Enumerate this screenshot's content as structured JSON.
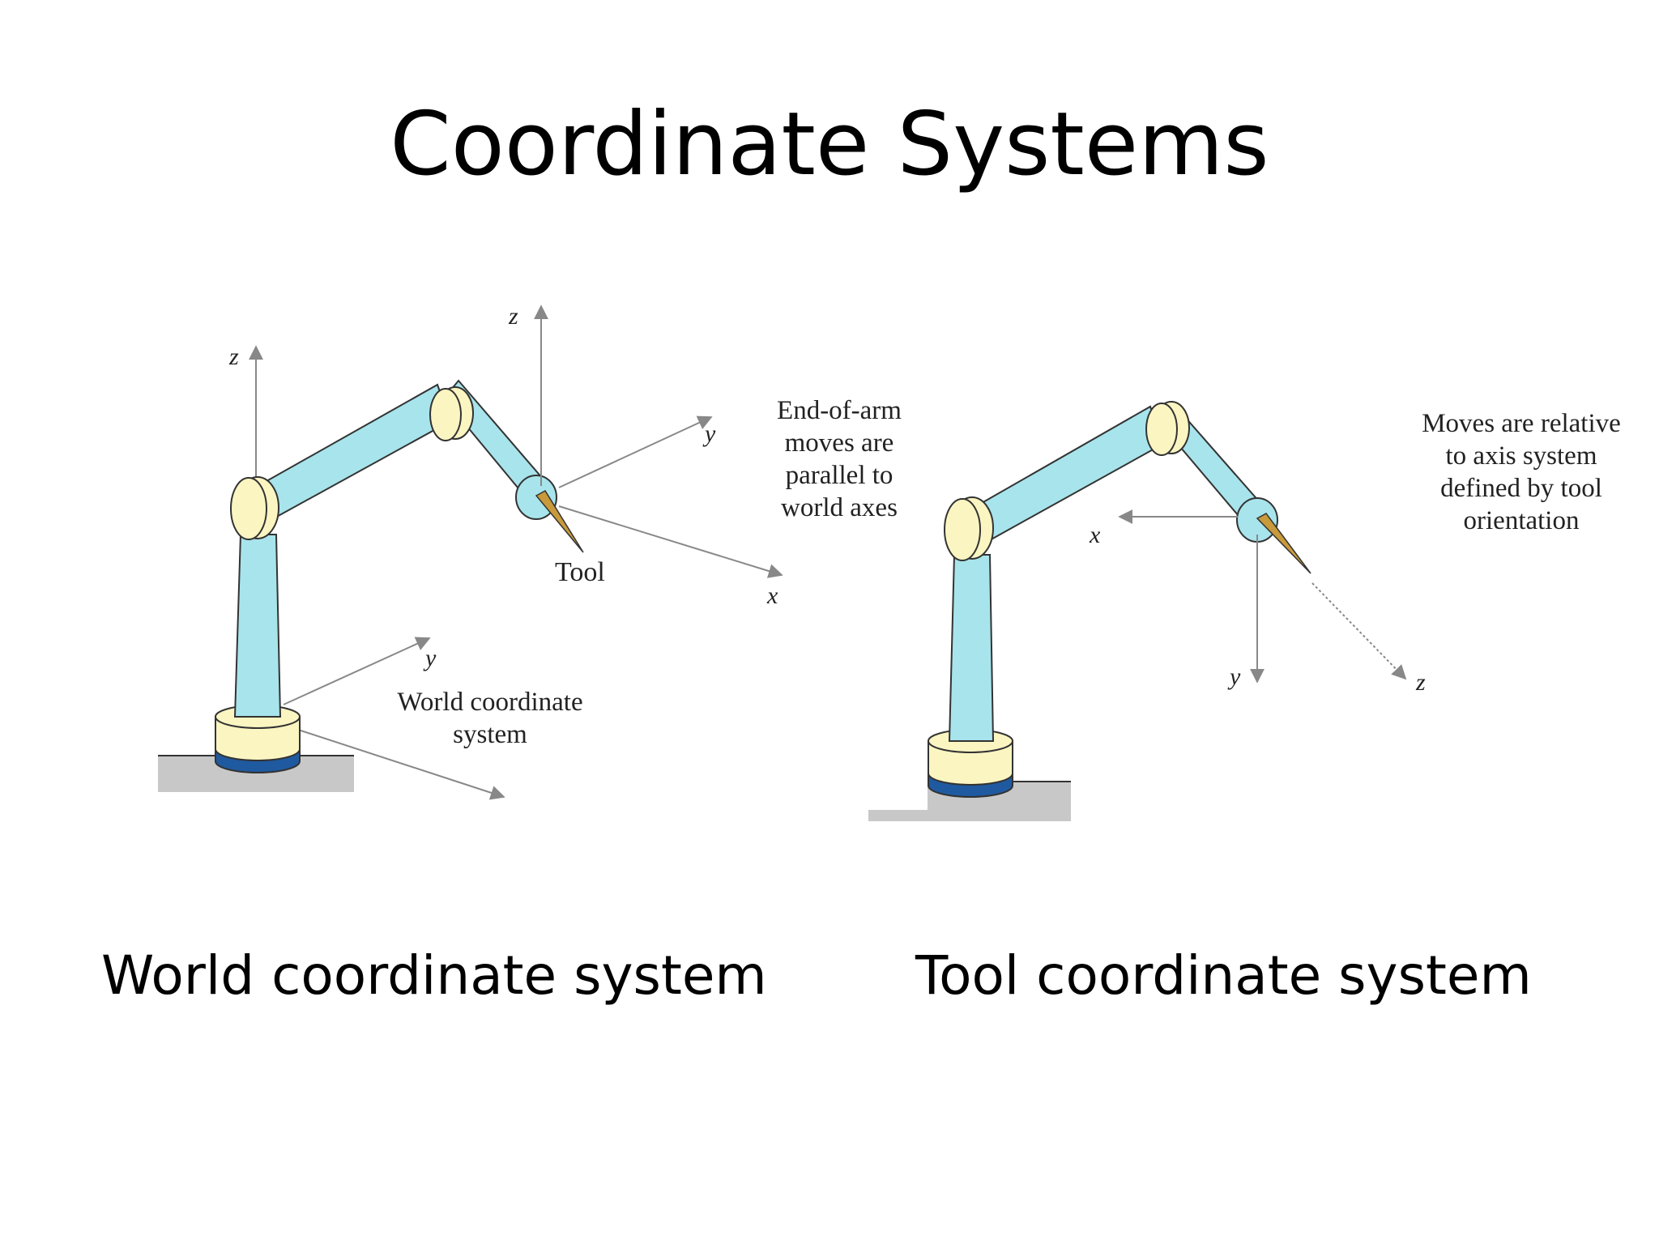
{
  "slide": {
    "title": "Coordinate Systems",
    "caption_world": "World coordinate system",
    "caption_tool": "Tool coordinate system"
  },
  "world_figure": {
    "axis_z_base": "z",
    "axis_z_tool": "z",
    "axis_y_tool": "y",
    "axis_x_tool": "x",
    "axis_y_base": "y",
    "tool_label": "Tool",
    "note_lines": [
      "End-of-arm",
      "moves are",
      "parallel to",
      "world axes"
    ],
    "world_label_lines": [
      "World coordinate",
      "system"
    ]
  },
  "tool_figure": {
    "axis_x": "x",
    "axis_y": "y",
    "axis_z": "z",
    "note_lines": [
      "Moves are relative",
      "to axis system",
      "defined by tool",
      "orientation"
    ]
  },
  "colors": {
    "arm": "#a8e4ec",
    "joint": "#fbf5c2",
    "base_blue": "#1f5aa0",
    "ground": "#c8c8c8",
    "axis": "#888888",
    "tool": "#c89a3c"
  }
}
